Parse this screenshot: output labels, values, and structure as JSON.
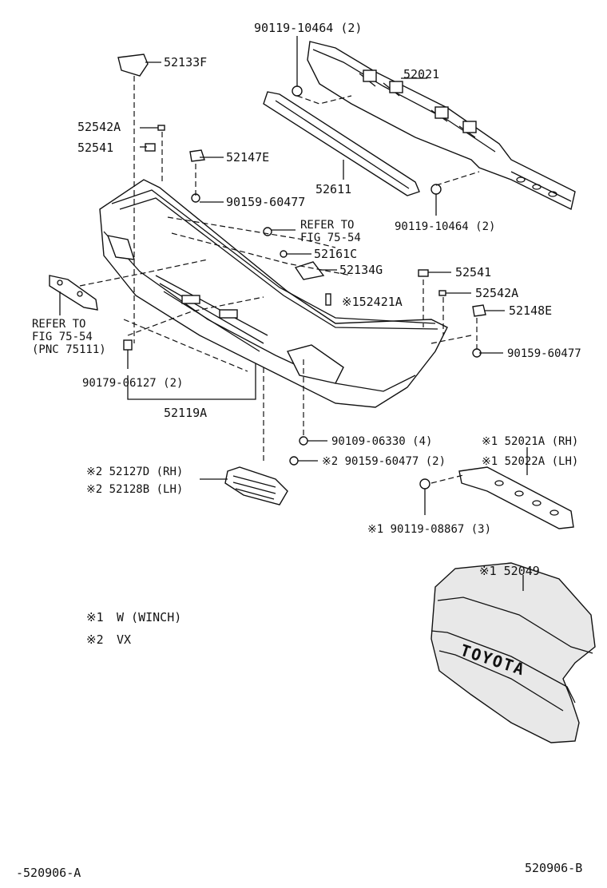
{
  "labels": {
    "p90119_10464_top": "90119-10464 (2)",
    "p52133F": "52133F",
    "p52021": "52021",
    "p52542A_left": "52542A",
    "p52541_left": "52541",
    "p52147E": "52147E",
    "p52611": "52611",
    "p90159_60477_left": "90159-60477",
    "p90119_10464_right": "90119-10464 (2)",
    "refer_fig_1": "REFER TO",
    "refer_fig_2": "FIG 75-54",
    "p52161C": "52161C",
    "p52134G": "52134G",
    "p52541_right": "52541",
    "p52542A_right": "52542A",
    "p152421A": "※152421A",
    "p52148E": "52148E",
    "refer_pnc_1": "REFER TO",
    "refer_pnc_2": "FIG 75-54",
    "refer_pnc_3": "(PNC 75111)",
    "p90159_60477_right": "90159-60477",
    "p90179_06127": "90179-06127 (2)",
    "p52119A": "52119A",
    "p90109_06330": "90109-06330 (4)",
    "p52021A": "※1 52021A (RH)",
    "p52127D": "※2 52127D (RH)",
    "p90159_60477_vx": "※2 90159-60477 (2)",
    "p52022A": "※1 52022A (LH)",
    "p52128B": "※2 52128B (LH)",
    "p90119_08867": "※1 90119-08867 (3)",
    "p52049": "※1 52049"
  },
  "legend": [
    {
      "mark": "※1",
      "text": "W (WINCH)"
    },
    {
      "mark": "※2",
      "text": "VX"
    }
  ],
  "emblem_text": "TOYOTA",
  "footer": {
    "left": "-520906-A",
    "right": "520906-B"
  }
}
